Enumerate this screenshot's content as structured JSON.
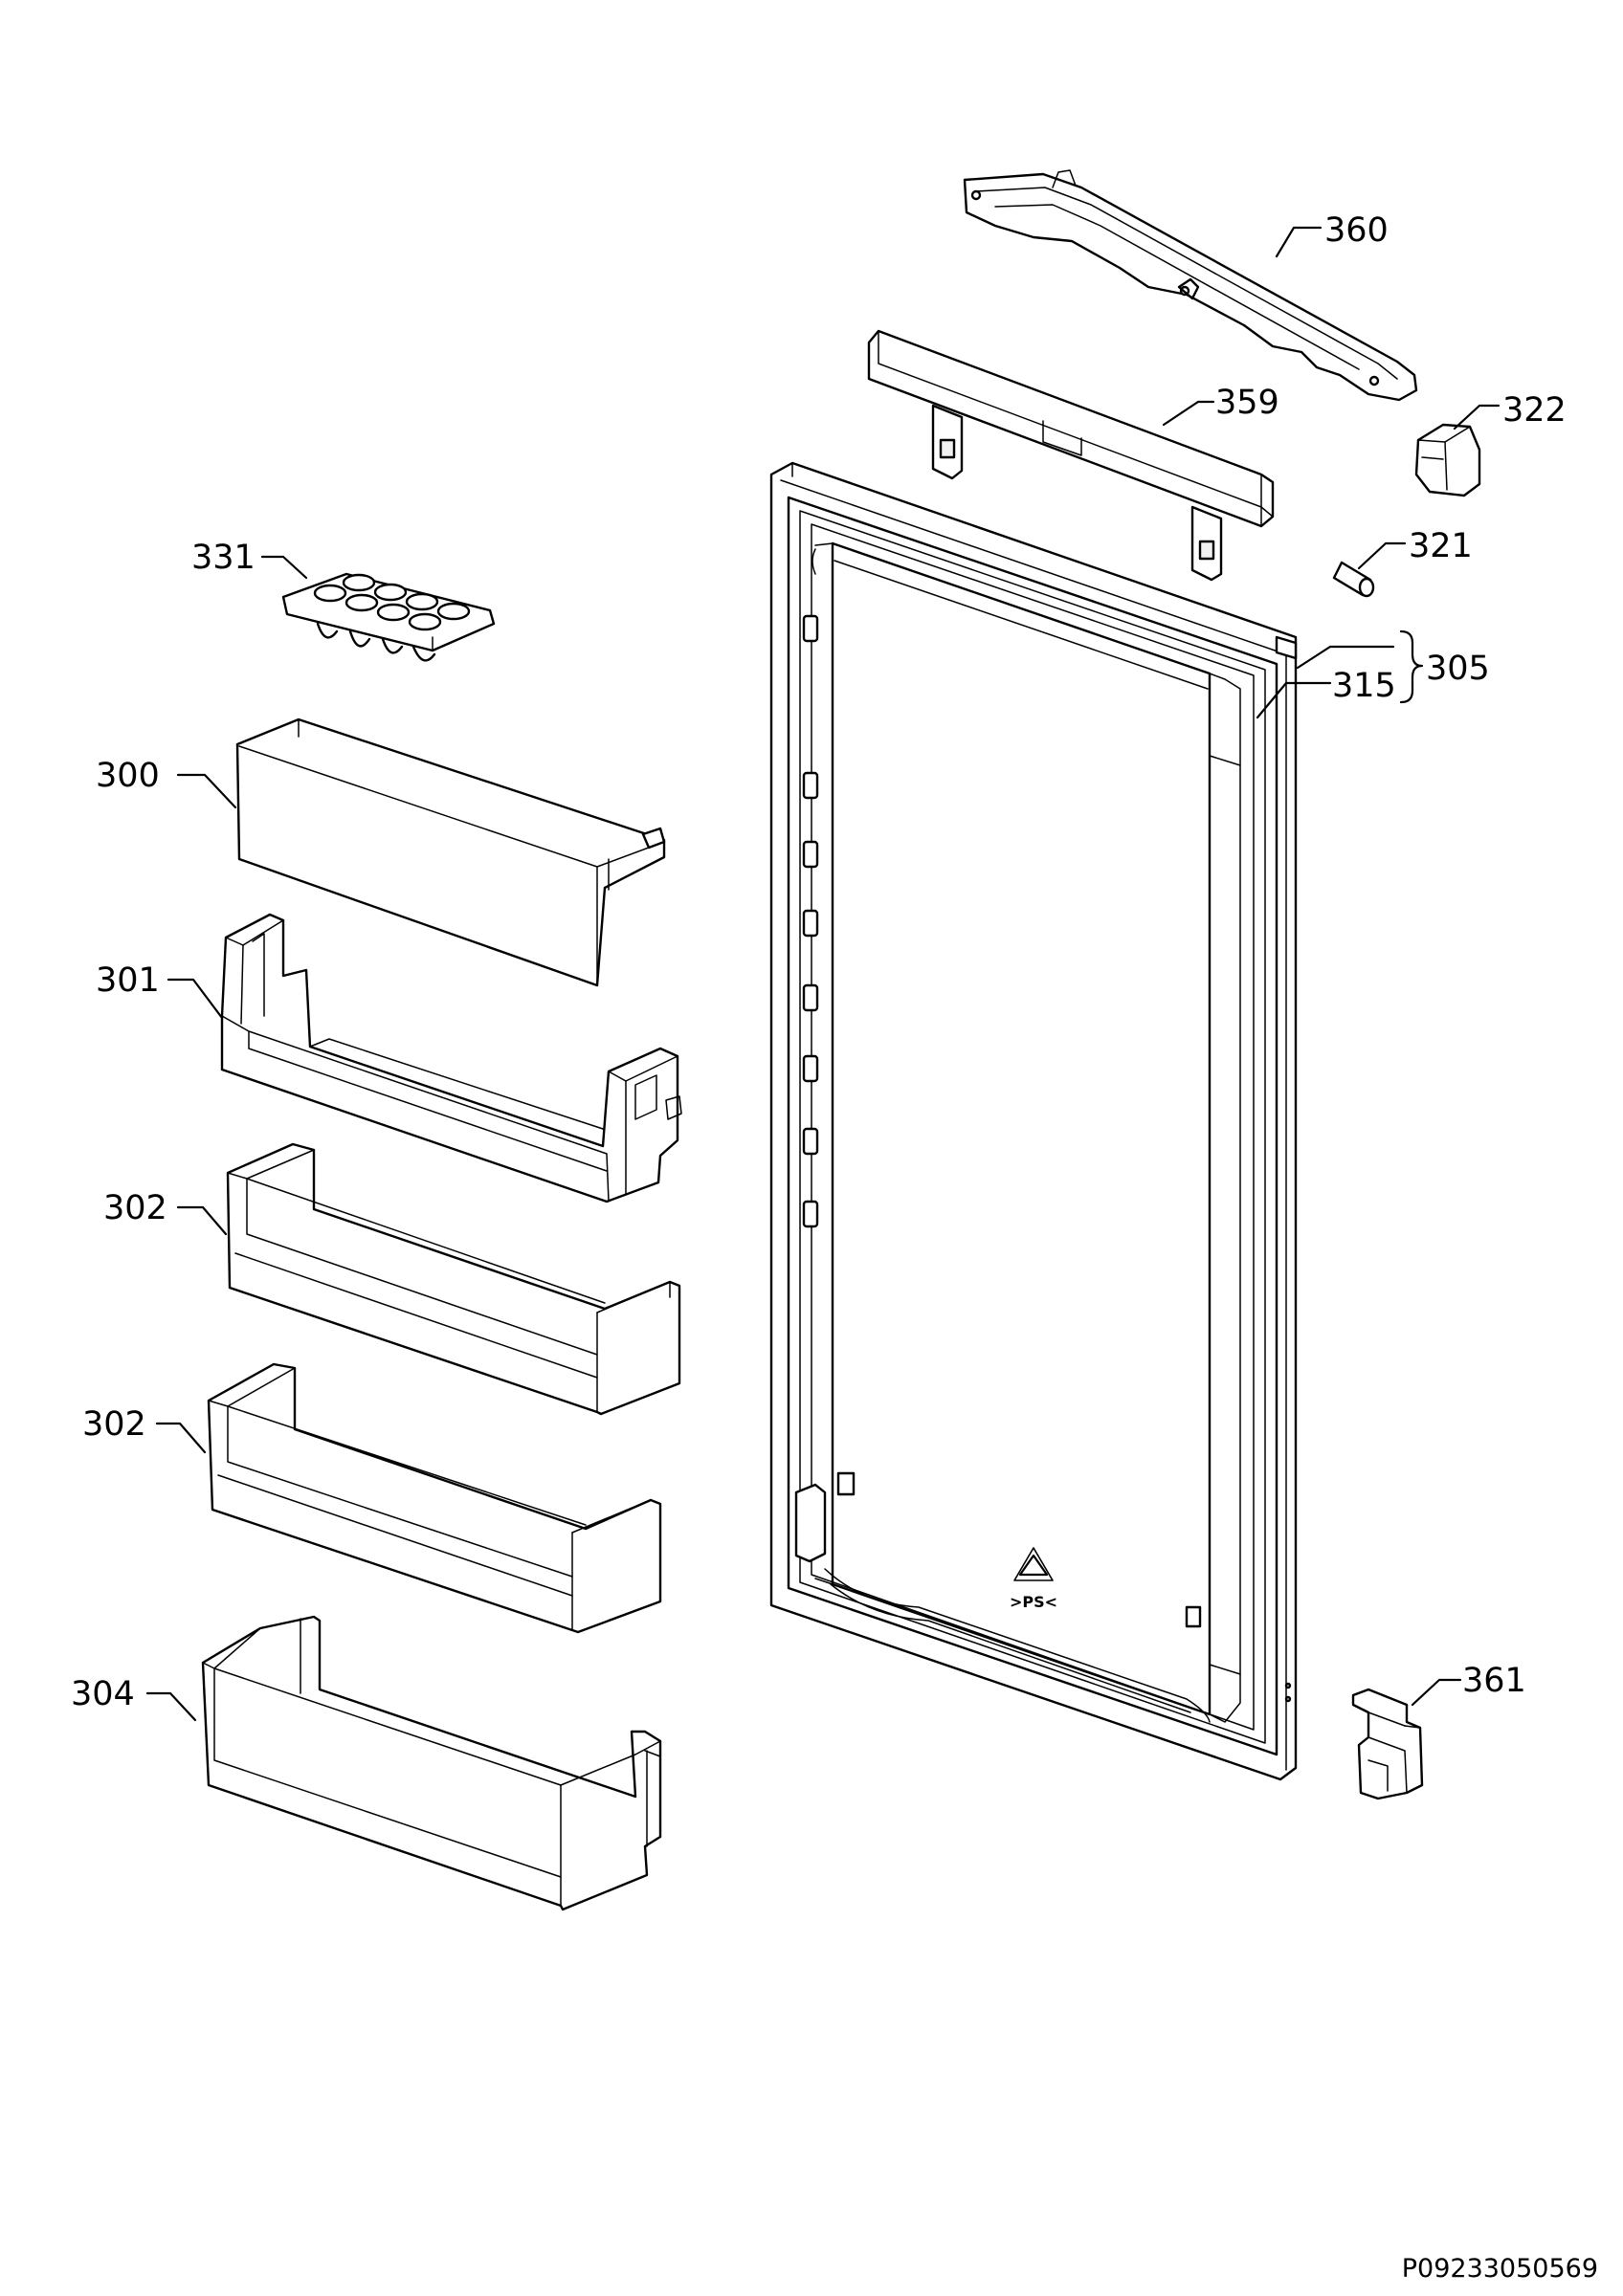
{
  "callouts": {
    "c360": "360",
    "c359": "359",
    "c322": "322",
    "c321": "321",
    "c305": "305",
    "c315": "315",
    "c331": "331",
    "c300": "300",
    "c301": "301",
    "c302a": "302",
    "c302b": "302",
    "c304": "304",
    "c361": "361"
  },
  "recycle_mark": ">PS<",
  "document_number": "P09233050569",
  "colors": {
    "line": "#000000",
    "background": "#ffffff"
  }
}
